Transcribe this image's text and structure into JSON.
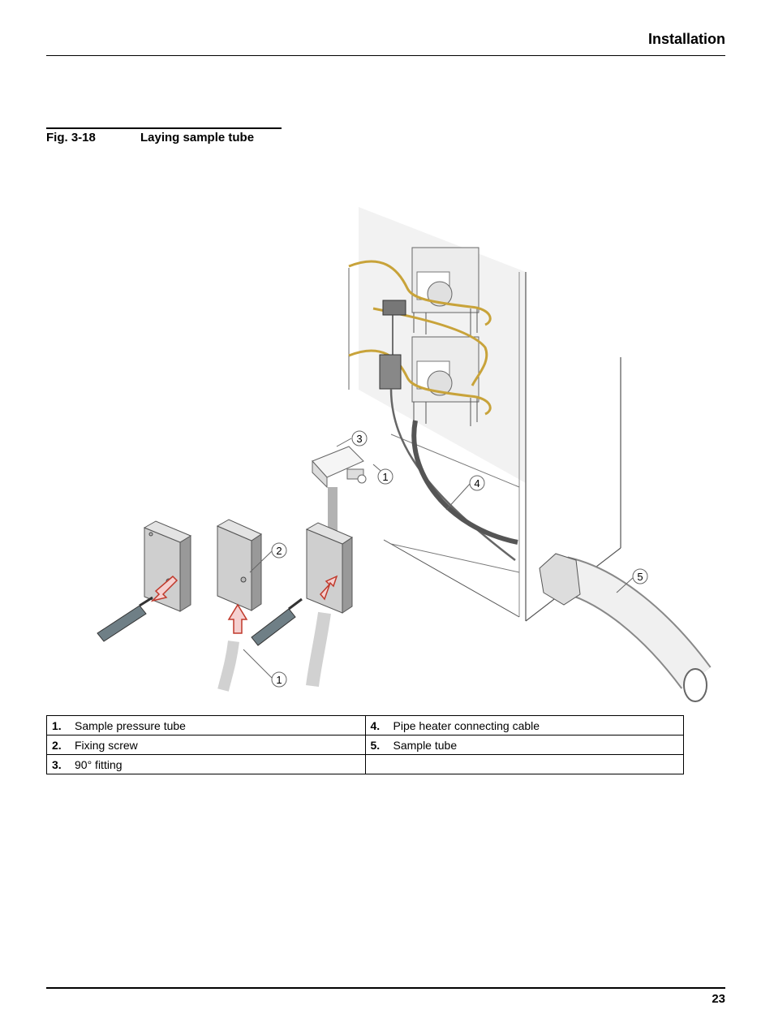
{
  "header": {
    "section_title": "Installation"
  },
  "figure": {
    "number": "Fig. 3-18",
    "caption": "Laying sample tube",
    "callouts": [
      "1",
      "2",
      "3",
      "4",
      "5",
      "1"
    ]
  },
  "legend": {
    "rows": [
      {
        "left_num": "1.",
        "left_text": "Sample pressure tube",
        "right_num": "4.",
        "right_text": "Pipe heater connecting cable"
      },
      {
        "left_num": "2.",
        "left_text": "Fixing screw",
        "right_num": "5.",
        "right_text": "Sample tube"
      },
      {
        "left_num": "3.",
        "left_text": "90° fitting",
        "right_num": "",
        "right_text": ""
      }
    ]
  },
  "footer": {
    "page_number": "23"
  }
}
